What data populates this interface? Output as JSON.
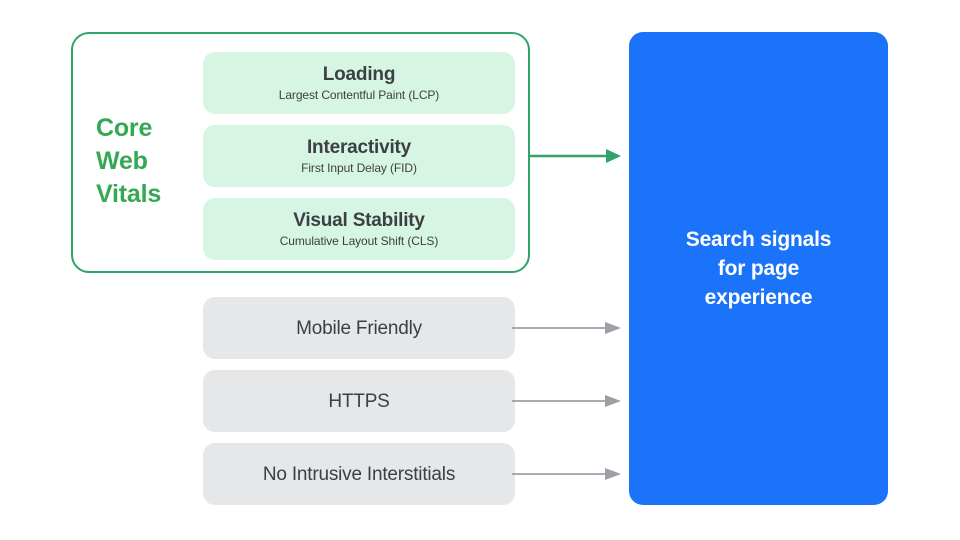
{
  "diagram": {
    "title": "Search signals for page experience",
    "colors": {
      "accent_green": "#34A853",
      "container_border_green": "#2FA36B",
      "metric_card_green": "#D7F5E3",
      "signal_card_grey": "#E6E7E8",
      "outcome_blue": "#1A73F8",
      "text_dark": "#3C4043",
      "arrow_grey": "#9AA0A6",
      "text_white": "#FFFFFF"
    },
    "core_web_vitals": {
      "group_label": "Core\nWeb\nVitals",
      "metrics": [
        {
          "title": "Loading",
          "subtitle": "Largest Contentful Paint (LCP)"
        },
        {
          "title": "Interactivity",
          "subtitle": "First Input Delay (FID)"
        },
        {
          "title": "Visual Stability",
          "subtitle": "Cumulative Layout Shift (CLS)"
        }
      ]
    },
    "other_signals": [
      {
        "label": "Mobile Friendly"
      },
      {
        "label": "HTTPS"
      },
      {
        "label": "No Intrusive Interstitials"
      }
    ],
    "outcome": {
      "label": "Search signals\nfor page\nexperience"
    },
    "arrows": [
      {
        "name": "core-web-vitals-to-outcome",
        "color": "#2FA36B"
      },
      {
        "name": "mobile-friendly-to-outcome",
        "color": "#9AA0A6"
      },
      {
        "name": "https-to-outcome",
        "color": "#9AA0A6"
      },
      {
        "name": "no-intrusive-interstitials-to-outcome",
        "color": "#9AA0A6"
      }
    ]
  }
}
